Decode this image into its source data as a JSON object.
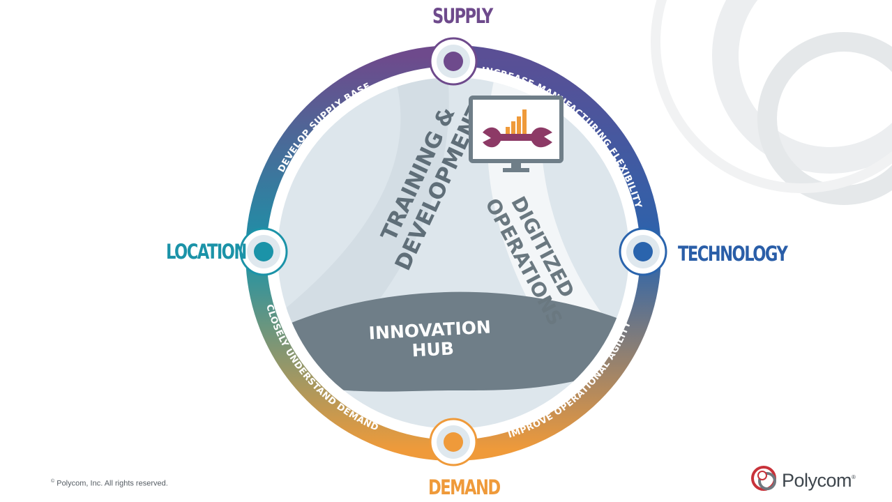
{
  "pillars": {
    "supply": "SUPPLY",
    "location": "LOCATION",
    "technology": "TECHNOLOGY",
    "demand": "DEMAND"
  },
  "ring_texts": {
    "top_left": "DEVELOP SUPPLY BASE",
    "top_right": "INCREASE MANUFACTURING FLEXIBILITY",
    "bottom_left": "CLOSELY UNDERSTAND DEMAND",
    "bottom_right": "IMPROVE OPERATIONAL AGILITY"
  },
  "segments": {
    "training_line1": "TRAINING &",
    "training_line2": "DEVELOPMENT",
    "digitized_line1": "DIGITIZED",
    "digitized_line2": "OPERATIONS",
    "innovation_line1": "INNOVATION",
    "innovation_line2": "HUB"
  },
  "footer": {
    "copyright_symbol": "©",
    "copyright_text": " Polycom, Inc. All rights reserved.",
    "logo_name": "Polycom",
    "logo_mark": "®"
  },
  "colors": {
    "supply": "#6e4a8c",
    "location": "#1b93a8",
    "technology": "#2a5ea8",
    "demand": "#ef9a3a",
    "innovation_band": "#6f7e88",
    "inner_fill": "#dde6ec",
    "digitized_band": "#f3f6f8"
  },
  "icons": {
    "monitor": "monitor-wrench-chart-icon",
    "logo": "polycom-logo-icon"
  }
}
